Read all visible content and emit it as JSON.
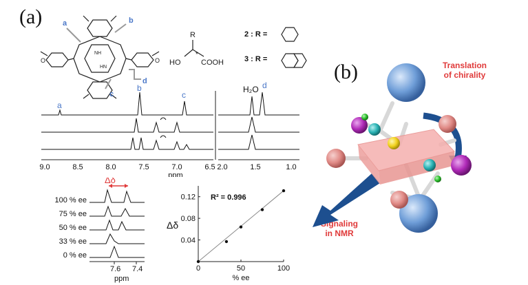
{
  "panel_a": {
    "label": "(a)",
    "structure": {
      "labels": {
        "a": "a",
        "b": "b",
        "c": "c",
        "d": "d"
      },
      "nh": "NH",
      "hn": "HN",
      "o": "O"
    },
    "acid": {
      "r": "R",
      "formula": "HO",
      "acid_group": "COOH",
      "star": "*",
      "compound2": "2 : R =",
      "compound3": "3 : R ="
    },
    "nmr": {
      "peak_labels": {
        "a": "a",
        "b": "b",
        "c": "c",
        "d": "d",
        "water": "H₂O"
      },
      "xticks_left": [
        "9.0",
        "8.5",
        "8.0",
        "7.5",
        "7.0",
        "6.5"
      ],
      "xticks_right": [
        "2.0",
        "1.5",
        "1.0"
      ],
      "xlabel": "ppm"
    },
    "ee_spectra": {
      "delta_label": "Δδ",
      "rows": [
        "100 % ee",
        "75 % ee",
        "50 % ee",
        "33 % ee",
        "0 % ee"
      ],
      "xticks": [
        "7.6",
        "7.4"
      ],
      "xlabel": "ppm"
    }
  },
  "panel_b": {
    "label": "(b)",
    "translation_label_line1": "Translation",
    "translation_label_line2": "of chirality",
    "signaling_label_line1": "Signaling",
    "signaling_label_line2": "in NMR",
    "colors": {
      "sphere_blue": "#6f9ed8",
      "sphere_pink": "#e08a86",
      "sphere_magenta": "#b02ab8",
      "sphere_teal": "#2ab3b5",
      "sphere_yellow": "#f2d21e",
      "sphere_green": "#2bbf2b",
      "plate": "#f5b0ae",
      "arrow": "#1d4f8f"
    }
  },
  "chart_data": {
    "type": "scatter",
    "title": "",
    "annotation": "R² = 0.996",
    "xlabel": "% ee",
    "ylabel": "Δδ",
    "xlim": [
      0,
      100
    ],
    "ylim": [
      0,
      0.14
    ],
    "xticks": [
      0,
      50,
      100
    ],
    "yticks": [
      0.04,
      0.08,
      0.12
    ],
    "points": [
      {
        "x": 0,
        "y": 0.0
      },
      {
        "x": 33,
        "y": 0.037
      },
      {
        "x": 50,
        "y": 0.064
      },
      {
        "x": 75,
        "y": 0.096
      },
      {
        "x": 100,
        "y": 0.131
      }
    ],
    "fit_line": true
  }
}
